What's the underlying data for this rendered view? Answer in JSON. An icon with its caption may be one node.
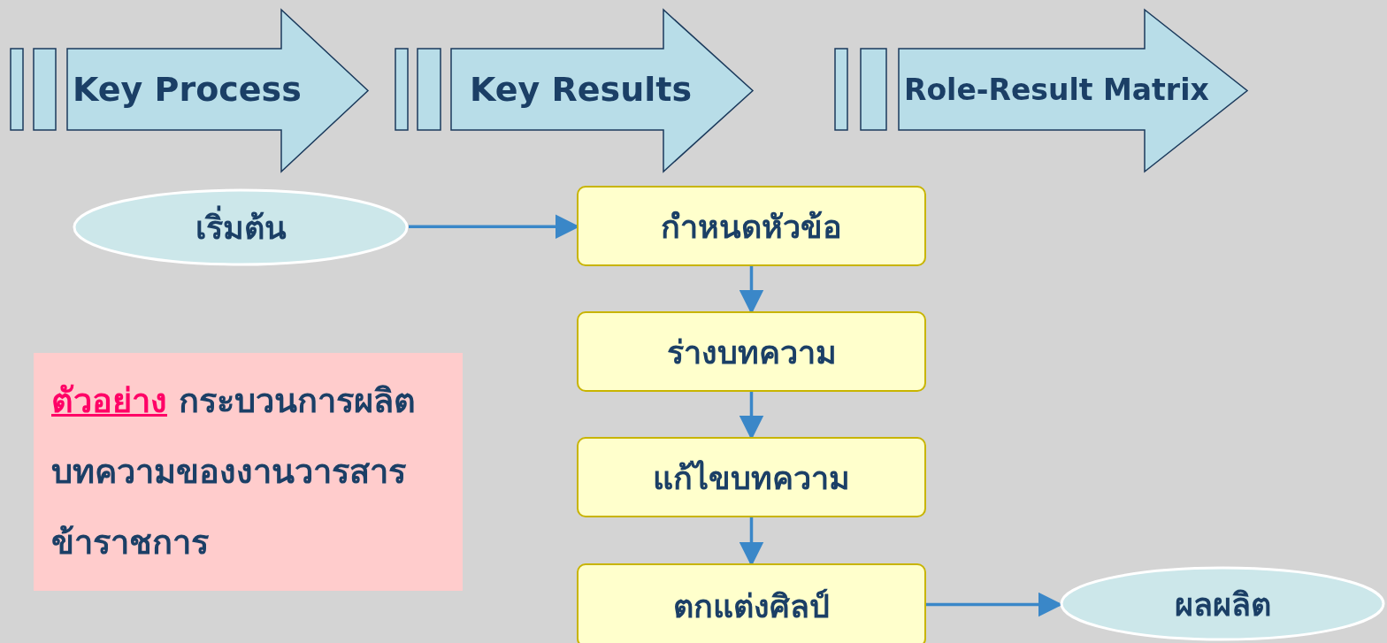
{
  "diagram": {
    "nodes": [
      {
        "text": [
          "Key Process"
        ]
      },
      {
        "text": [
          "Key Results"
        ]
      },
      {
        "text": [
          "Role-Result Matrix"
        ]
      },
      {
        "text": [
          "เริ่มต้น"
        ]
      },
      {
        "text": [
          "กำหนดหัวข้อ"
        ]
      },
      {
        "text": [
          "ร่างบทความ"
        ]
      },
      {
        "text": [
          "แก้ไขบทความ"
        ]
      },
      {
        "text": [
          "ตกแต่งศิลป์"
        ]
      },
      {
        "text": [
          "ผลผลิต"
        ]
      },
      {
        "text": [
          "ตัวอย่าง",
          "กระบวนการผลิตบทความของงานวารสารข้าราชการ"
        ]
      }
    ],
    "edges": [
      {
        "from": 3,
        "to": 4,
        "arrow": "to"
      },
      {
        "from": 4,
        "to": 5,
        "arrow": "to"
      },
      {
        "from": 5,
        "to": 6,
        "arrow": "to"
      },
      {
        "from": 6,
        "to": 7,
        "arrow": "to"
      },
      {
        "from": 7,
        "to": 8,
        "arrow": "to"
      }
    ]
  }
}
